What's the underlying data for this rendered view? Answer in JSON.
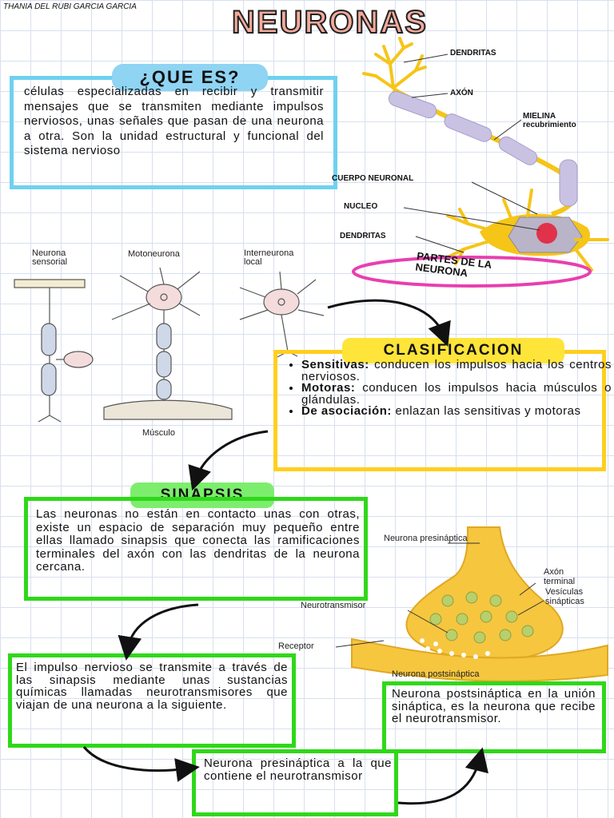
{
  "author": "THANIA DEL RUBI GARCIA GARCIA",
  "title": "NEURONAS",
  "que_es": {
    "heading": "¿QUE ES?",
    "text": "células especializadas en recibir y transmitir mensajes que se transmiten mediante impulsos nerviosos, unas señales que pasan de una neurona a otra. Son la unidad estructural y funcional del sistema nervioso"
  },
  "partes": {
    "caption": "PARTES DE LA NEURONA",
    "labels": {
      "dendritas_top": "DENDRITAS",
      "axon": "AXÓN",
      "mielina": "MIELINA",
      "mielina_sub": "recubrimiento",
      "cuerpo": "CUERPO NEURONAL",
      "nucleo": "NUCLEO",
      "dendritas_bottom": "DENDRITAS"
    },
    "colors": {
      "neuron": "#f5c518",
      "myelin": "#c9c2e2",
      "nucleus": "#e0324a",
      "caption_ring": "#e83fb0"
    }
  },
  "tipos": {
    "sensorial": "Neurona sensorial",
    "motoneurona": "Motoneurona",
    "interneurona": "Interneurona local",
    "musculo": "Músculo"
  },
  "clasificacion": {
    "heading": "CLASIFICACION",
    "items": [
      {
        "term": "Sensitivas:",
        "desc": " conducen los impulsos hacia los centros nerviosos."
      },
      {
        "term": "Motoras:",
        "desc": " conducen los impulsos hacia músculos o glándulas."
      },
      {
        "term": "De asociación:",
        "desc": " enlazan las sensitivas y motoras"
      }
    ]
  },
  "sinapsis": {
    "heading": "SINAPSIS",
    "text": "Las neuronas no están en contacto unas con otras, existe un espacio de separación muy pequeño entre ellas llamado sinapsis que conecta las ramificaciones terminales del axón con las dendritas de la neurona cercana.",
    "labels": {
      "presinaptica": "Neurona presináptica",
      "axon_terminal": "Axón terminal",
      "vesiculas": "Vesículas sinápticas",
      "neurotransmisor": "Neurotransmisor",
      "receptor": "Receptor",
      "postsinaptica": "Neurona postsináptica"
    }
  },
  "impulso": {
    "text": "El impulso nervioso se transmite a través de las sinapsis mediante unas sustancias químicas llamadas neurotransmisores que viajan de una neurona a la siguiente."
  },
  "presinaptica_def": {
    "text": "Neurona presináptica a la que contiene el neurotransmisor"
  },
  "postsinaptica_def": {
    "text": "Neurona postsináptica en la unión sináptica, es la neurona que recibe el neurotransmisor."
  }
}
